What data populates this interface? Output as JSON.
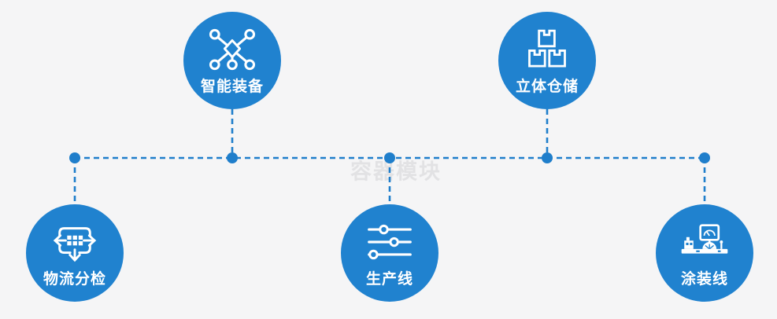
{
  "diagram": {
    "watermark": "容器模块",
    "nodes": [
      {
        "label": "智能装备",
        "icon": "network-nodes-icon",
        "position": "top-left"
      },
      {
        "label": "立体仓储",
        "icon": "stacked-boxes-icon",
        "position": "top-right"
      },
      {
        "label": "物流分检",
        "icon": "sorting-distribution-icon",
        "position": "bottom-left"
      },
      {
        "label": "生产线",
        "icon": "production-sliders-icon",
        "position": "bottom-center"
      },
      {
        "label": "涂装线",
        "icon": "painting-workstation-icon",
        "position": "bottom-right"
      }
    ],
    "colors": {
      "node_fill": "#2082cf",
      "connector": "#1f7ecb",
      "background": "#f5f5f6",
      "icon_and_label": "#ffffff",
      "watermark": "#e2e2e4"
    }
  }
}
